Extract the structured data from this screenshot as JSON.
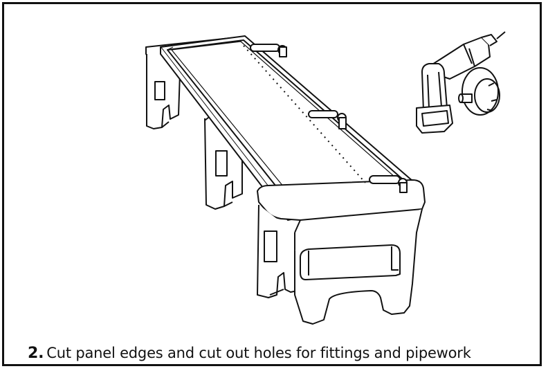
{
  "step": {
    "number": "2.",
    "text": "Cut panel edges and cut out holes for fittings and pipework"
  },
  "illustration": {
    "subject": "panel on three step stools with clamps, drill and hole saw",
    "line_color": "#111111"
  }
}
